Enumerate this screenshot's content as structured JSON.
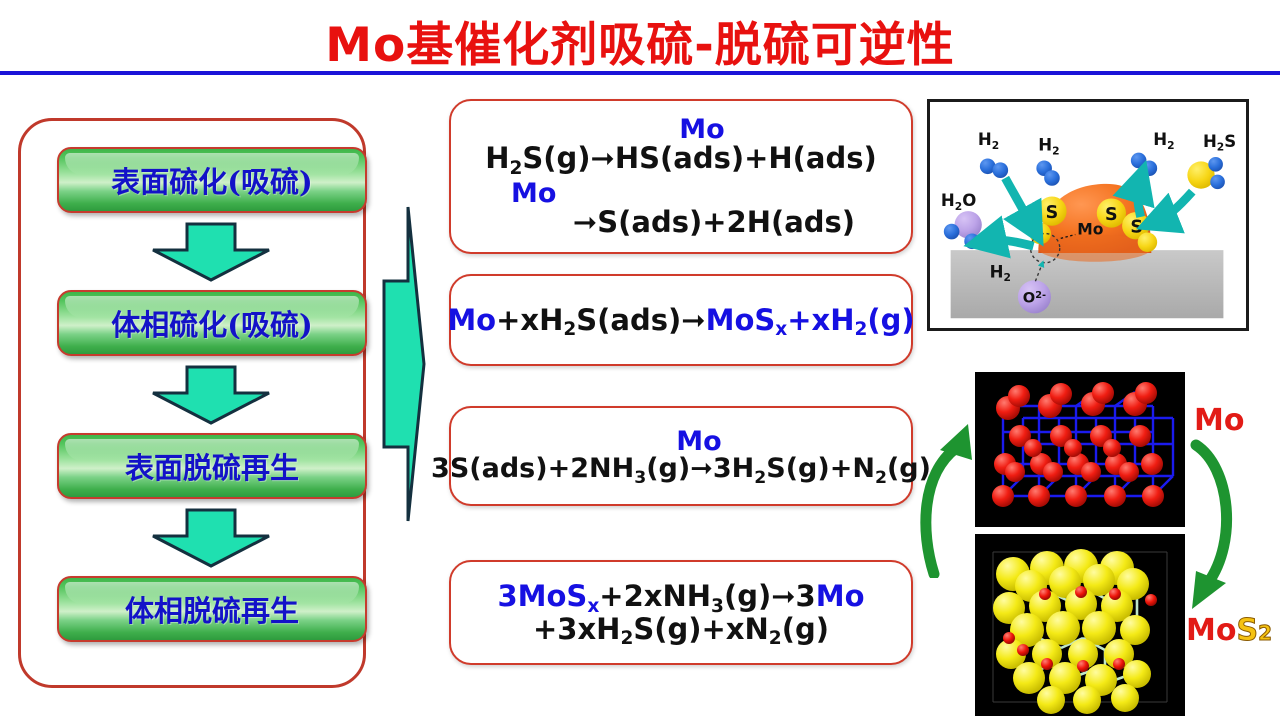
{
  "title": "Mo基催化剂吸硫-脱硫可逆性",
  "colors": {
    "title_red": "#E8110F",
    "rule_blue": "#1A13D8",
    "box_border_red": "#C63B2E",
    "box_text_blue": "#1312C8",
    "equation_blue": "#1610E2",
    "arrow_teal": "#1FE0B0",
    "cycle_green": "#1E9430",
    "mo_red": "#E21B16",
    "s_yellow": "#F5C211"
  },
  "flow": {
    "steps": [
      {
        "label": "表面硫化(吸硫)"
      },
      {
        "label": "体相硫化(吸硫)"
      },
      {
        "label": "表面脱硫再生"
      },
      {
        "label": "体相脱硫再生"
      }
    ]
  },
  "equations": [
    {
      "id": "eq1",
      "catalyst_1": "Mo",
      "line_1": "H2S(g)→HS(ads)+H(ads)",
      "catalyst_2": "Mo",
      "line_2": "→S(ads)+2H(ads)"
    },
    {
      "id": "eq2",
      "line_1": "Mo+xH2S(ads)→MoSx+xH2(g)"
    },
    {
      "id": "eq3",
      "catalyst_1": "Mo",
      "line_1": "3S(ads)+2NH3(g)→3H2S(g)+N2(g)"
    },
    {
      "id": "eq4",
      "line_1": "3MoSx+2xNH3(g)→3Mo",
      "line_2": "+3xH2S(g)+xN2(g)"
    }
  ],
  "schematic": {
    "labels": {
      "h2_left": "H2",
      "h2_mid": "H2",
      "h2_up": "H2",
      "h2s": "H2S",
      "h2o": "H2O",
      "h2_sub": "H2",
      "mo": "Mo",
      "s_1": "S",
      "s_2": "S",
      "s_3": "S",
      "o2minus": "O2-"
    }
  },
  "cycle": {
    "mo_label": "Mo",
    "mos2_label_mo": "Mo",
    "mos2_label_s": "S",
    "mos2_label_sub": "2"
  }
}
